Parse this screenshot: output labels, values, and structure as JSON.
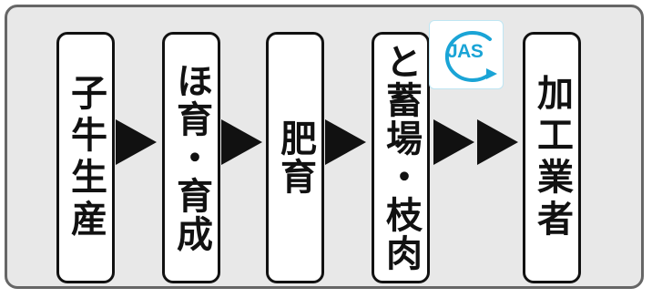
{
  "stages": [
    {
      "label": "子牛生産"
    },
    {
      "label": "ほ育・育成"
    },
    {
      "label": "肥育"
    },
    {
      "label": "と蓄場・枝肉"
    },
    {
      "label": "加工業者"
    }
  ],
  "jas_logo": {
    "text": "JAS",
    "color": "#1aa4d6"
  },
  "colors": {
    "frame_bg": "#e8e8e8",
    "frame_border": "#666666",
    "box_border": "#111111",
    "arrow": "#111111"
  }
}
